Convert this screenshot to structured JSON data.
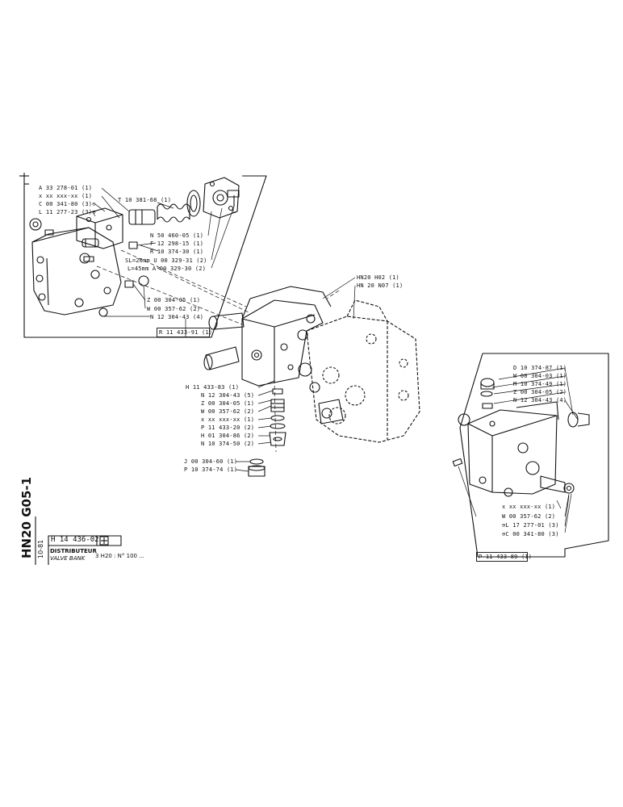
{
  "sheet": {
    "code": "HN20 G05-1",
    "date": "10-81",
    "part_number": "H 14 436-02",
    "title_fr": "DISTRIBUTEUR",
    "title_en": "VALVE BANK",
    "model": "3 H20 : N° 100 ..."
  },
  "left_detail": {
    "labels": [
      "A 33 278-01 (1)",
      "x xx xxx-xx (1)",
      "C 00 341-80 (3)⊖",
      "L 11 277-23 (3)⊖",
      "T 10 381-68 (1)",
      "N 50 460-05 (1)",
      "F 12 298-15 (1)",
      "R 10 374-30 (1)",
      "SL=20mm U 00 329-31 (2)",
      "L=45mm A 00 329-30 (2)",
      "Z 00 304-05 (1)",
      "W 00 357-62 (2)",
      "N 12 304-43 (4)"
    ],
    "box_label": "R 11 433-91 (1)",
    "small_l": "L"
  },
  "center": {
    "top_right_labels": [
      "HN20 H02 (1)",
      "HN 20 N07 (1)"
    ],
    "left_labels": [
      "H 11 433-83 (1)",
      "N 12 304-43 (5)",
      "Z 00 304-05 (1)",
      "W 00 357-62 (2)",
      "x xx xxx-xx (1)",
      "P 11 433-20 (2)",
      "H 01 304-86 (2)",
      "N 10 374-50 (2)",
      "J 00 304-60 (1)",
      "P 10 374-74 (1)"
    ]
  },
  "right_detail": {
    "labels_top": [
      "D 10 374-87 (1)",
      "W 00 304-03 (1)",
      "M 10 374-49 (1)",
      "Z 00 304-05 (2)",
      "N 12 304-43 (4)"
    ],
    "labels_bottom": [
      "x xx xxx-xx (1)",
      "W 00 357-62 (2)",
      "⊖L 17 277-01 (3)",
      "⊖C 00 341-80 (3)"
    ],
    "box_label": "P 11 433-89 (1)"
  }
}
